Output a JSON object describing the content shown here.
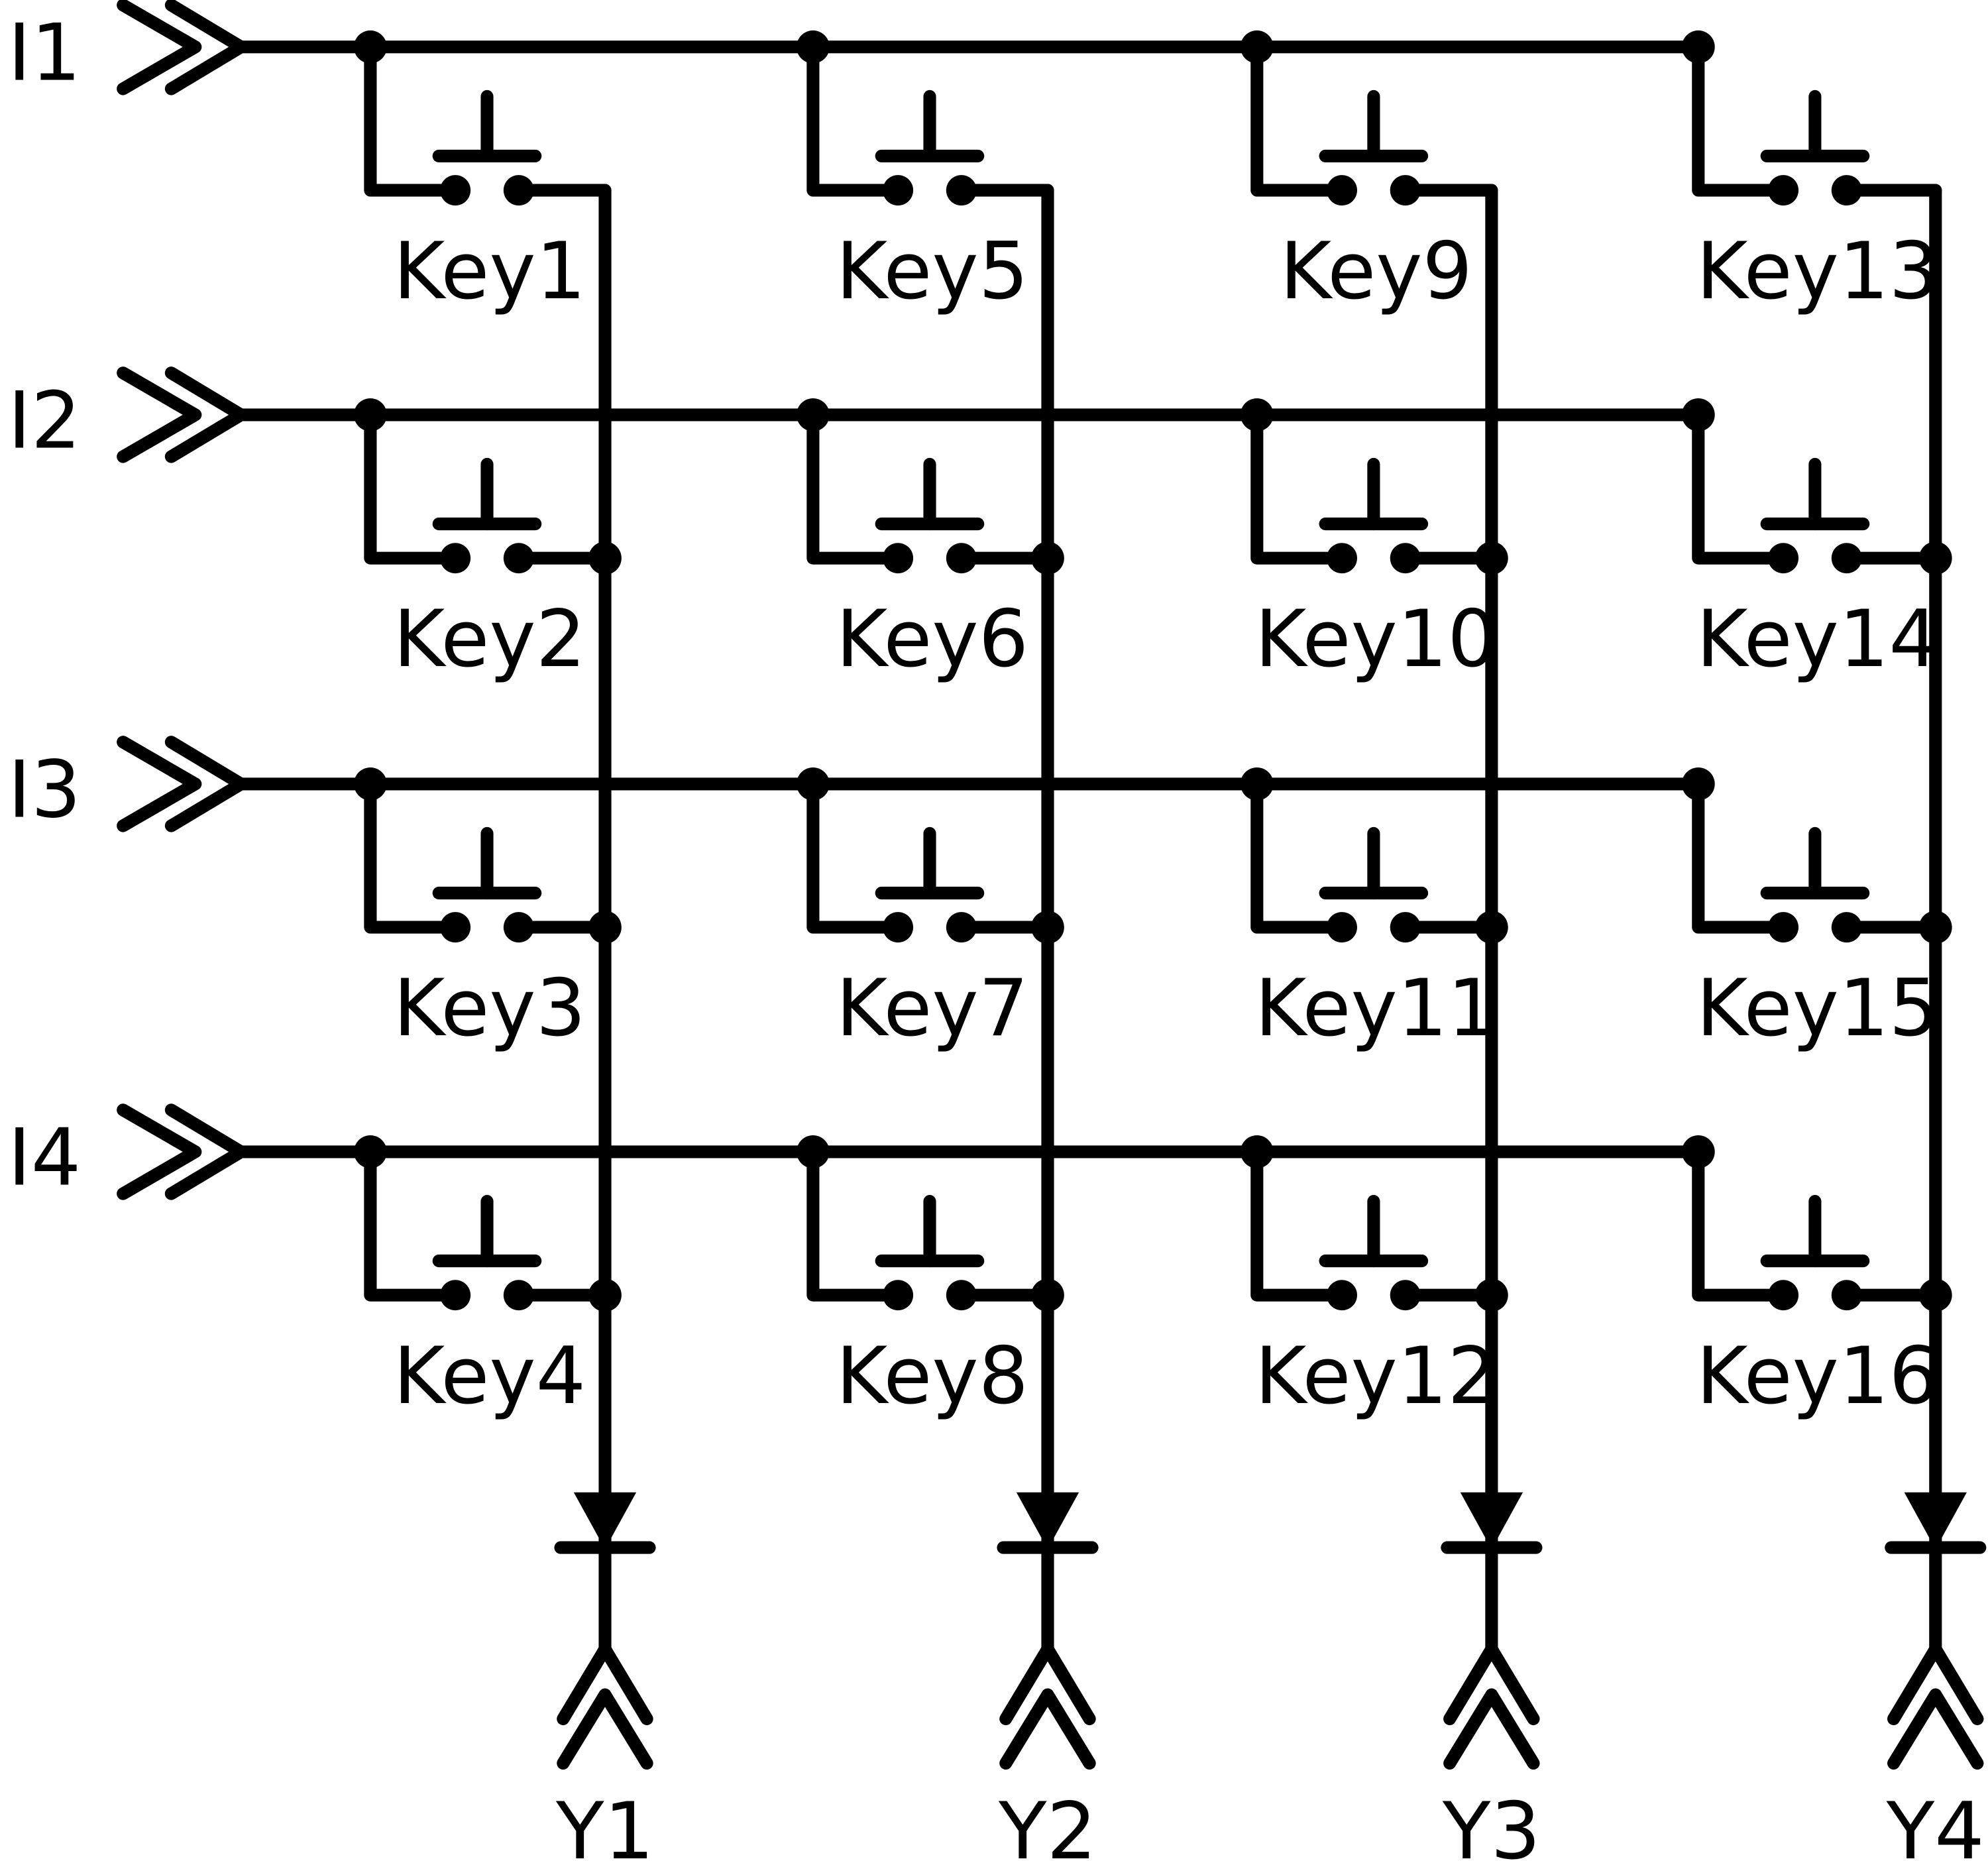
{
  "inputs": [
    "I1",
    "I2",
    "I3",
    "I4"
  ],
  "outputs": [
    "Y1",
    "Y2",
    "Y3",
    "Y4"
  ],
  "keys": [
    [
      "Key1",
      "Key2",
      "Key3",
      "Key4"
    ],
    [
      "Key5",
      "Key6",
      "Key7",
      "Key8"
    ],
    [
      "Key9",
      "Key10",
      "Key11",
      "Key12"
    ],
    [
      "Key13",
      "Key14",
      "Key15",
      "Key16"
    ]
  ],
  "colors": {
    "ink": "#000000",
    "background": "#ffffff"
  },
  "icons": {
    "input": "double-chevron-connector-icon",
    "output": "double-chevron-connector-icon",
    "key": "push-button-switch-icon",
    "diode": "diode-icon",
    "junction": "junction-dot-icon"
  }
}
